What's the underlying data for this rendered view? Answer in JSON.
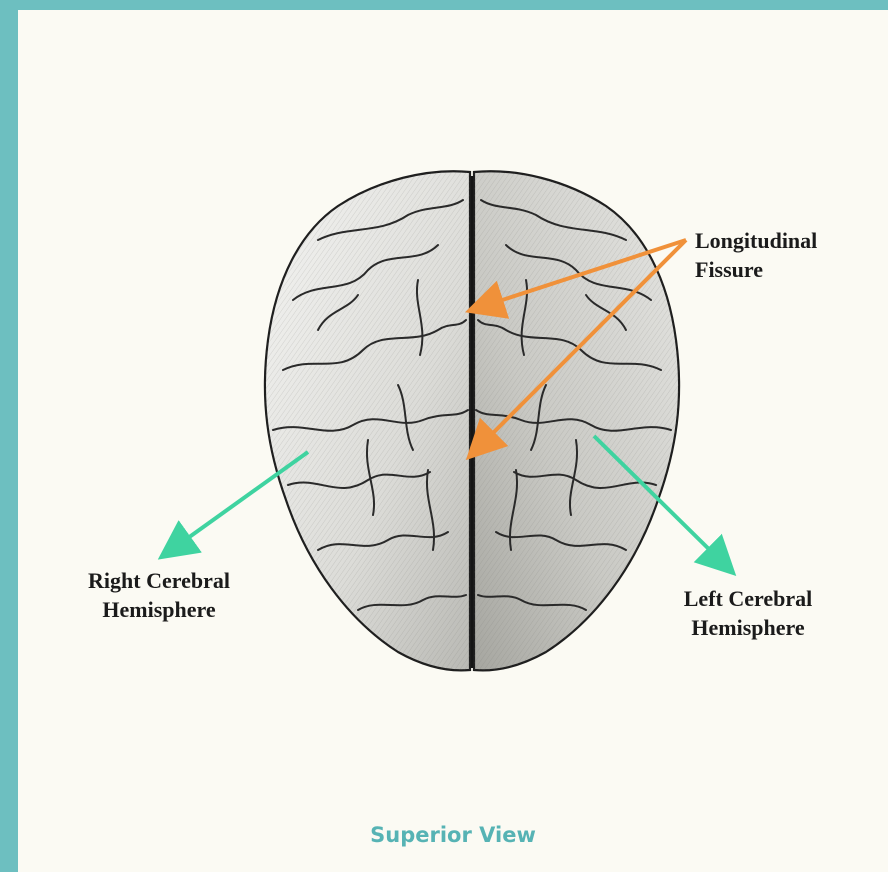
{
  "labels": {
    "longitudinal_line1": "Longitudinal",
    "longitudinal_line2": "Fissure",
    "right_line1": "Right Cerebral",
    "right_line2": "Hemisphere",
    "left_line1": "Left Cerebral",
    "left_line2": "Hemisphere"
  },
  "caption": "Superior View",
  "colors": {
    "frame": "#6dbfc0",
    "background": "#fbfaf3",
    "arrow_fissure": "#f0913a",
    "arrow_hemisphere": "#3fd3a0",
    "caption": "#56b3b4"
  },
  "icons": {
    "brain": "brain-superior-view-illustration"
  }
}
